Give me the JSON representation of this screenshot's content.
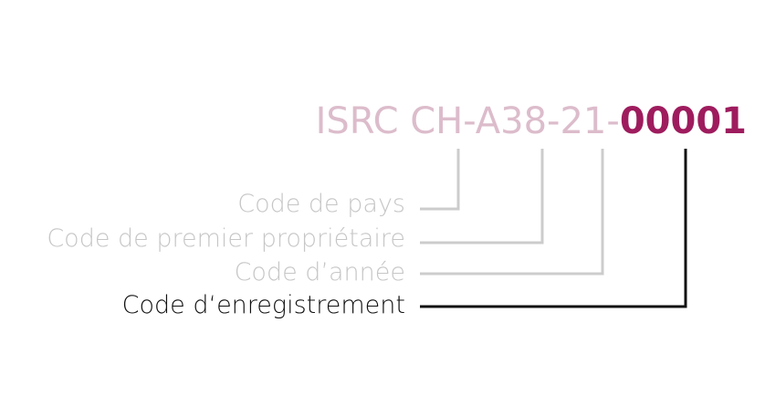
{
  "code": {
    "prefix": "ISRC CH-A38-21-",
    "highlight": "00001"
  },
  "labels": [
    {
      "text": "Code de pays",
      "active": false
    },
    {
      "text": "Code de premier propriétaire",
      "active": false
    },
    {
      "text": "Code d’année",
      "active": false
    },
    {
      "text": "Code d‘enregistrement",
      "active": true
    }
  ],
  "colors": {
    "faded_code": "#dcbccb",
    "highlight_code": "#9e1c5e",
    "faded_label": "#c6c6c6",
    "active_label": "#111111",
    "faded_line": "#cccccc",
    "active_line": "#111111"
  }
}
